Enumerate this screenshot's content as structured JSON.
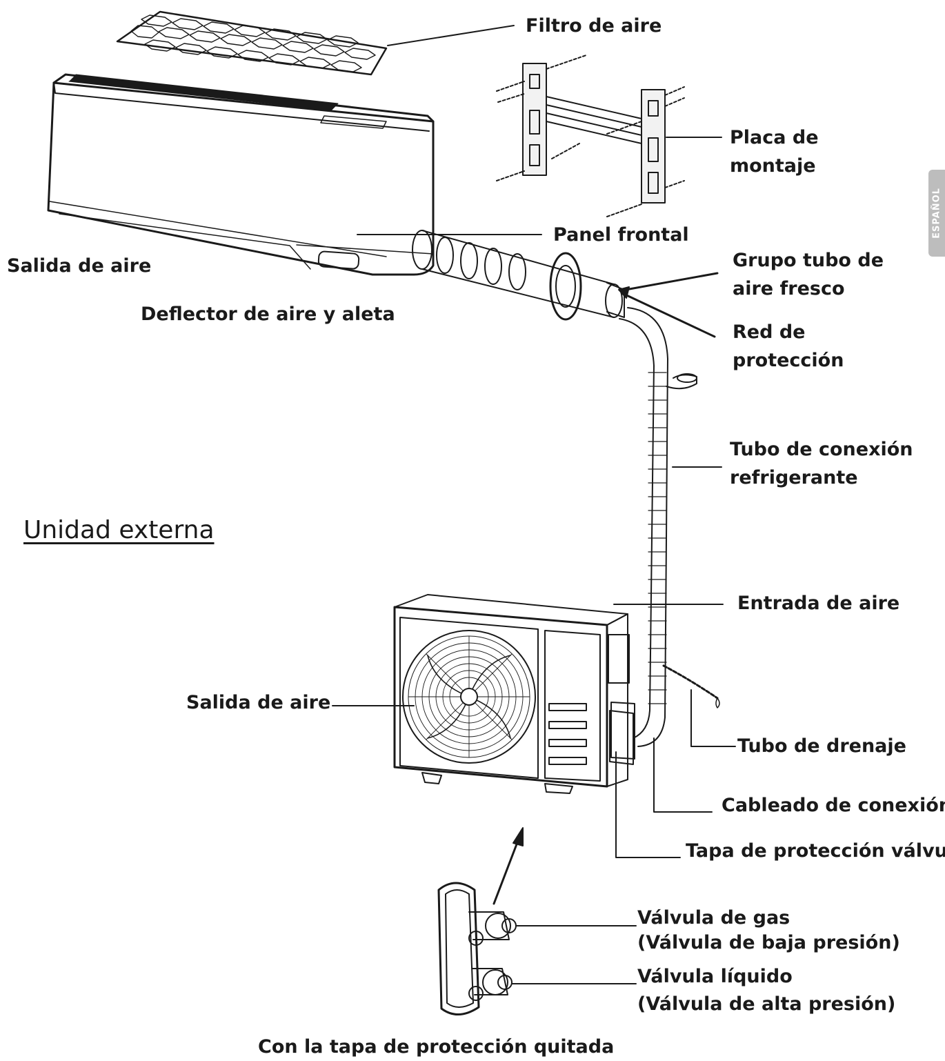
{
  "labels": {
    "air_filter": "Filtro de aire",
    "mounting_plate_1": "Placa de",
    "mounting_plate_2": "montaje",
    "front_panel": "Panel frontal",
    "air_outlet_indoor": "Salida de aire",
    "fresh_air_1": "Grupo tubo de",
    "fresh_air_2": "aire fresco",
    "deflector": "Deflector de aire y aleta",
    "protection_net_1": "Red de",
    "protection_net_2": "protección",
    "refrigerant_pipe_1": "Tubo de conexión",
    "refrigerant_pipe_2": "refrigerante",
    "outdoor_unit": "Unidad externa",
    "air_inlet": "Entrada de aire",
    "air_outlet_outdoor": "Salida de aire",
    "drain_pipe": "Tubo de drenaje",
    "connection_wiring": "Cableado de conexión",
    "valve_cover": "Tapa de protección válvula",
    "gas_valve_1": "Válvula de gas",
    "gas_valve_2": "(Válvula de baja presión)",
    "liquid_valve_1": "Válvula líquido",
    "liquid_valve_2": "(Válvula de alta presión)",
    "cover_removed": "Con la tapa de protección quitada"
  },
  "side_tab": "ESPAÑOL",
  "colors": {
    "line": "#1a1a1a",
    "tab": "#bdbdbd",
    "background": "#ffffff"
  }
}
